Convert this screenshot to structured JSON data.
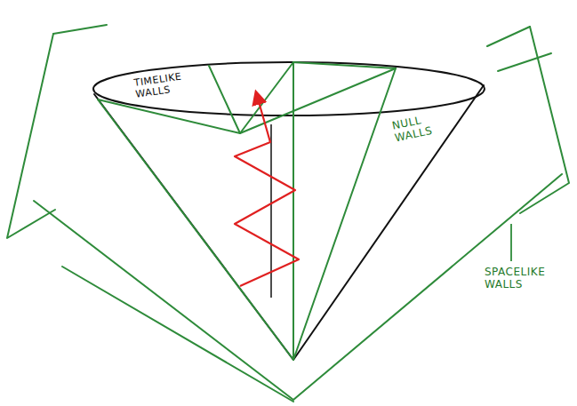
{
  "diagram": {
    "labels": [
      "TIMELIKE WALLS",
      "NULL WALLS",
      "SPACELIKE WALLS"
    ]
  }
}
